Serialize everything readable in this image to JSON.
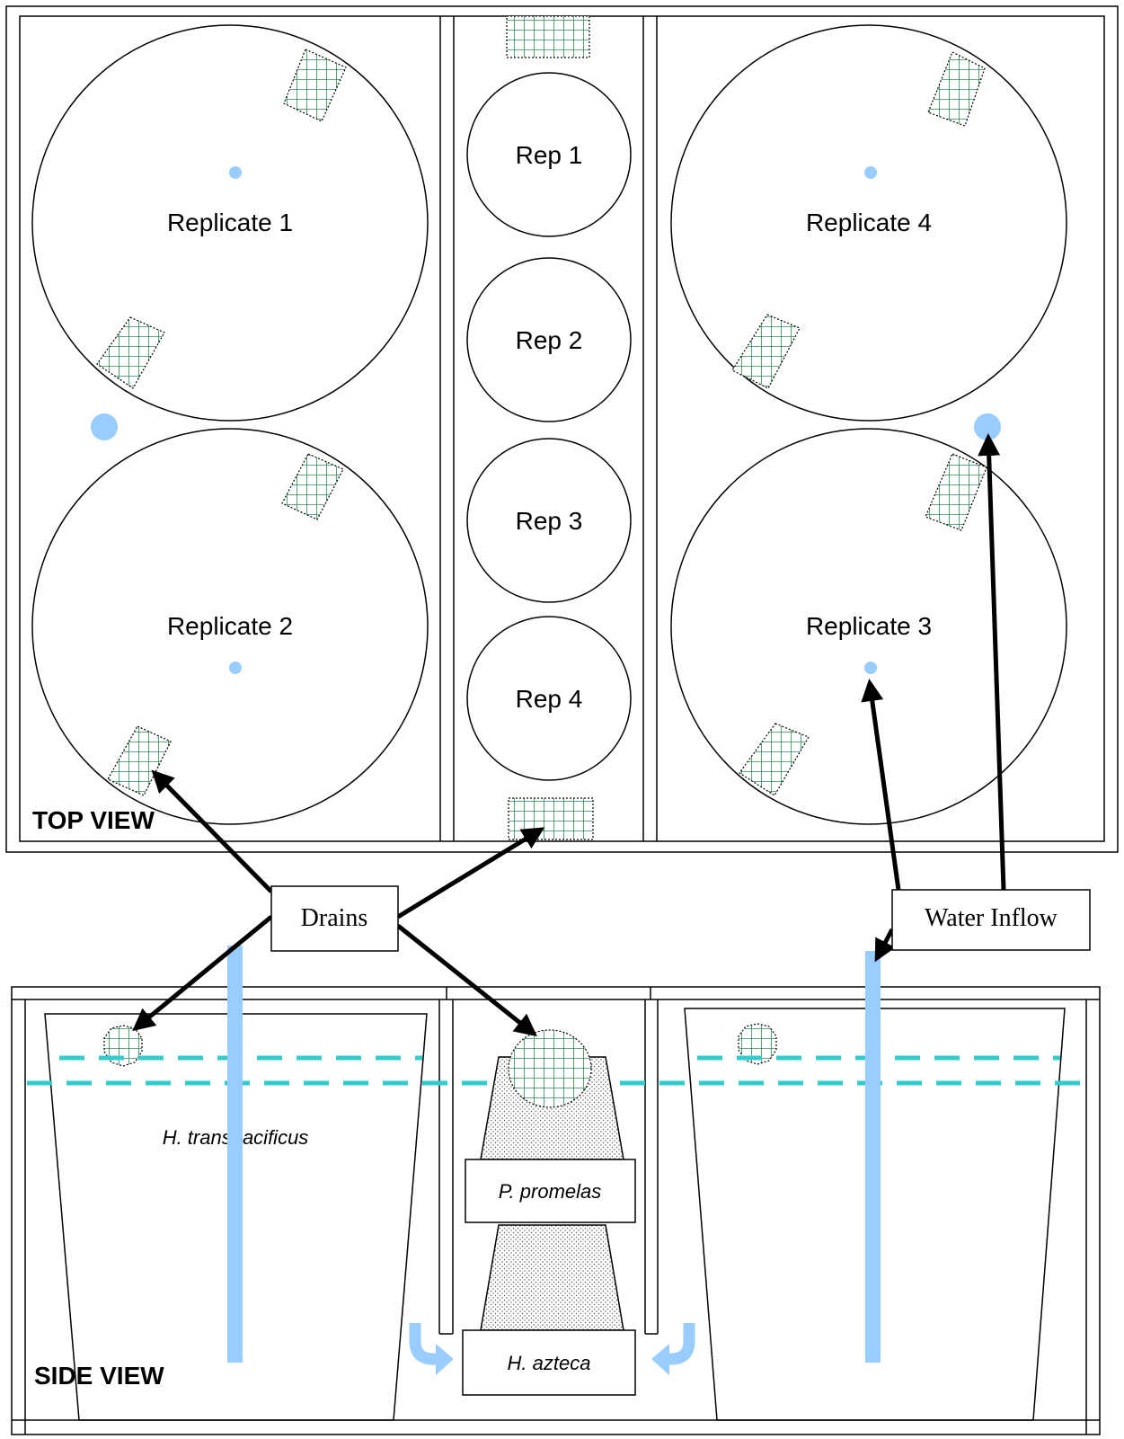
{
  "colors": {
    "water": "#99ccff",
    "water_level": "#33cccc",
    "screen_mesh": "#2e8b57",
    "outline": "#000000"
  },
  "top_view": {
    "label": "TOP VIEW",
    "replicates": [
      "Replicate 1",
      "Replicate 2",
      "Replicate 4",
      "Replicate 3"
    ],
    "reps": [
      "Rep 1",
      "Rep 2",
      "Rep 3",
      "Rep 4"
    ]
  },
  "side_view": {
    "label": "SIDE VIEW",
    "species": [
      "H. transpacificus",
      "P. promelas",
      "H. azteca"
    ]
  },
  "callouts": {
    "drains": "Drains",
    "water_inflow": "Water Inflow"
  },
  "icons": [
    "screen-mesh-icon",
    "water-inflow-dot-icon",
    "flow-arrow-icon"
  ]
}
